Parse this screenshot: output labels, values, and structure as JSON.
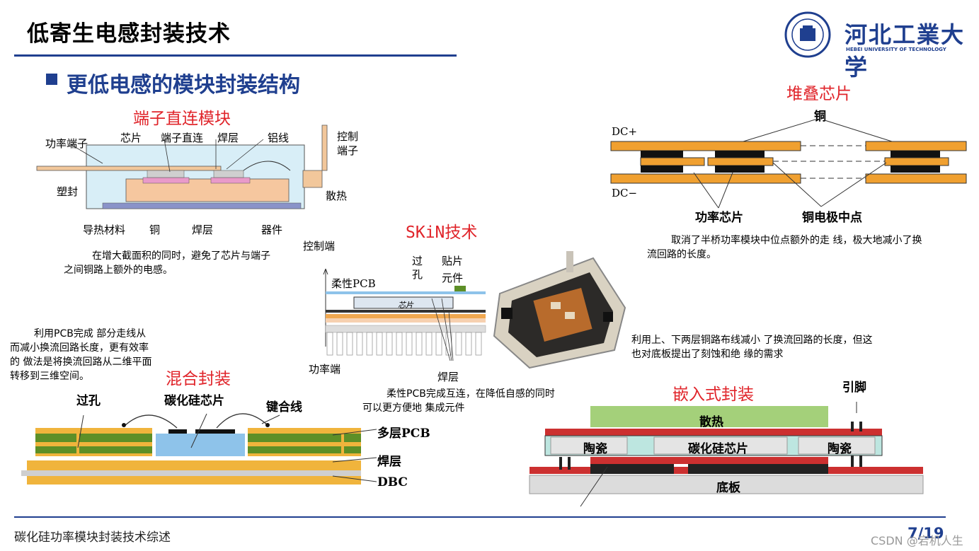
{
  "header": {
    "title": "低寄生电感封装技术",
    "subtitle": "更低电感的模块封装结构",
    "logo_name": "河北工業大学",
    "logo_sub": "HEBEI UNIVERSITY OF TECHNOLOGY"
  },
  "terminal_module": {
    "heading": "端子直连模块",
    "labels": {
      "power_terminal": "功率端子",
      "chip": "芯片",
      "direct_terminal": "端子直连",
      "solder": "焊层",
      "wire": "铝线",
      "control": "控制",
      "control2": "端子",
      "encapsulation": "塑封",
      "heat_sink": "散热",
      "thermal_material": "导热材料",
      "copper": "铜",
      "solder2": "焊层",
      "device": "器件"
    },
    "description": "在增大截面积的同时，避免了芯片与端子 之间铜路上额外的电感。"
  },
  "hybrid": {
    "heading": "混合封装",
    "description": "利用PCB完成 部分走线从而减小换流回路长度，更有效率的 做法是将换流回路从二维平面转移到三维空间。",
    "labels": {
      "via": "过孔",
      "sic_chip": "碳化硅芯片",
      "bond_wire": "键合线",
      "multilayer_pcb": "多层PCB",
      "solder": "焊层",
      "dbc": "DBC"
    }
  },
  "skin": {
    "heading": "SKiN技术",
    "labels": {
      "control_end": "控制端",
      "via1": "过",
      "via2": "孔",
      "smd1": "贴片",
      "smd2": "元件",
      "flex_pcb": "柔性PCB",
      "chip": "芯片",
      "power_end": "功率端",
      "solder": "焊层"
    },
    "description": "柔性PCB完成互连，在降低自感的同时可以更方便地 集成元件"
  },
  "stacked": {
    "heading": "堆叠芯片",
    "labels": {
      "copper": "铜",
      "dc_plus": "DC+",
      "dc_minus": "DC−",
      "power_chip": "功率芯片",
      "copper_midpoint": "铜电极中点"
    },
    "description": "取消了半桥功率模块中位点额外的走 线，极大地减小了换流回路的长度。"
  },
  "embedded": {
    "heading": "嵌入式封装",
    "description": "利用上、下两层铜路布线减小 了换流回路的长度，但这也对底板提出了刻蚀和绝 缘的需求",
    "labels": {
      "pin": "引脚",
      "heat_sink": "散热",
      "ceramic_left": "陶瓷",
      "sic_chip": "碳化硅芯片",
      "ceramic_right": "陶瓷",
      "baseplate": "底板"
    }
  },
  "footer": {
    "text": "碳化硅功率模块封装技术综述",
    "page": "7/19",
    "watermark": "CSDN @宕机人生"
  },
  "colors": {
    "brand_blue": "#1f3f8f",
    "heading_red": "#e0242a",
    "copper_orange": "#f0a830",
    "pcb_green": "#6a9a2a"
  }
}
